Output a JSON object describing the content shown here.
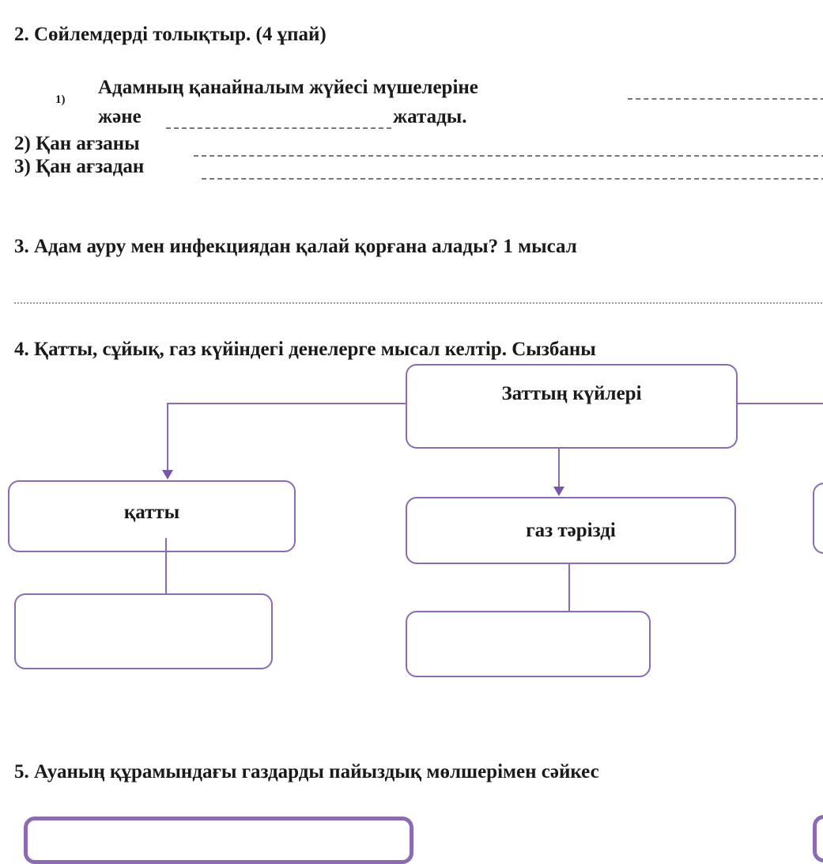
{
  "q2": {
    "title": "2. Сөйлемдерді толықтыр. (4 ұпай)",
    "item1_num": "1)",
    "item1_line1": "Адамның қанайналым жүйесі мүшелеріне",
    "item1_line2_start": "және",
    "item1_line2_end": "жатады.",
    "item2": "2) Қан ағзаны",
    "item3": "3) Қан ағзадан"
  },
  "q3": {
    "title": "3. Адам ауру мен инфекциядан қалай қорғана алады? 1 мысал"
  },
  "q4": {
    "title": "4. Қатты, сұйық, газ күйіндегі денелерге мысал келтір. Сызбаны",
    "diagram": {
      "root": "Заттың күйлері",
      "solid": "қатты",
      "gas": "газ тәрізді"
    }
  },
  "q5": {
    "title": "5. Ауаның құрамындағы газдарды пайыздық мөлшерімен сәйкес"
  },
  "colors": {
    "accent": "#8a6bb4"
  }
}
